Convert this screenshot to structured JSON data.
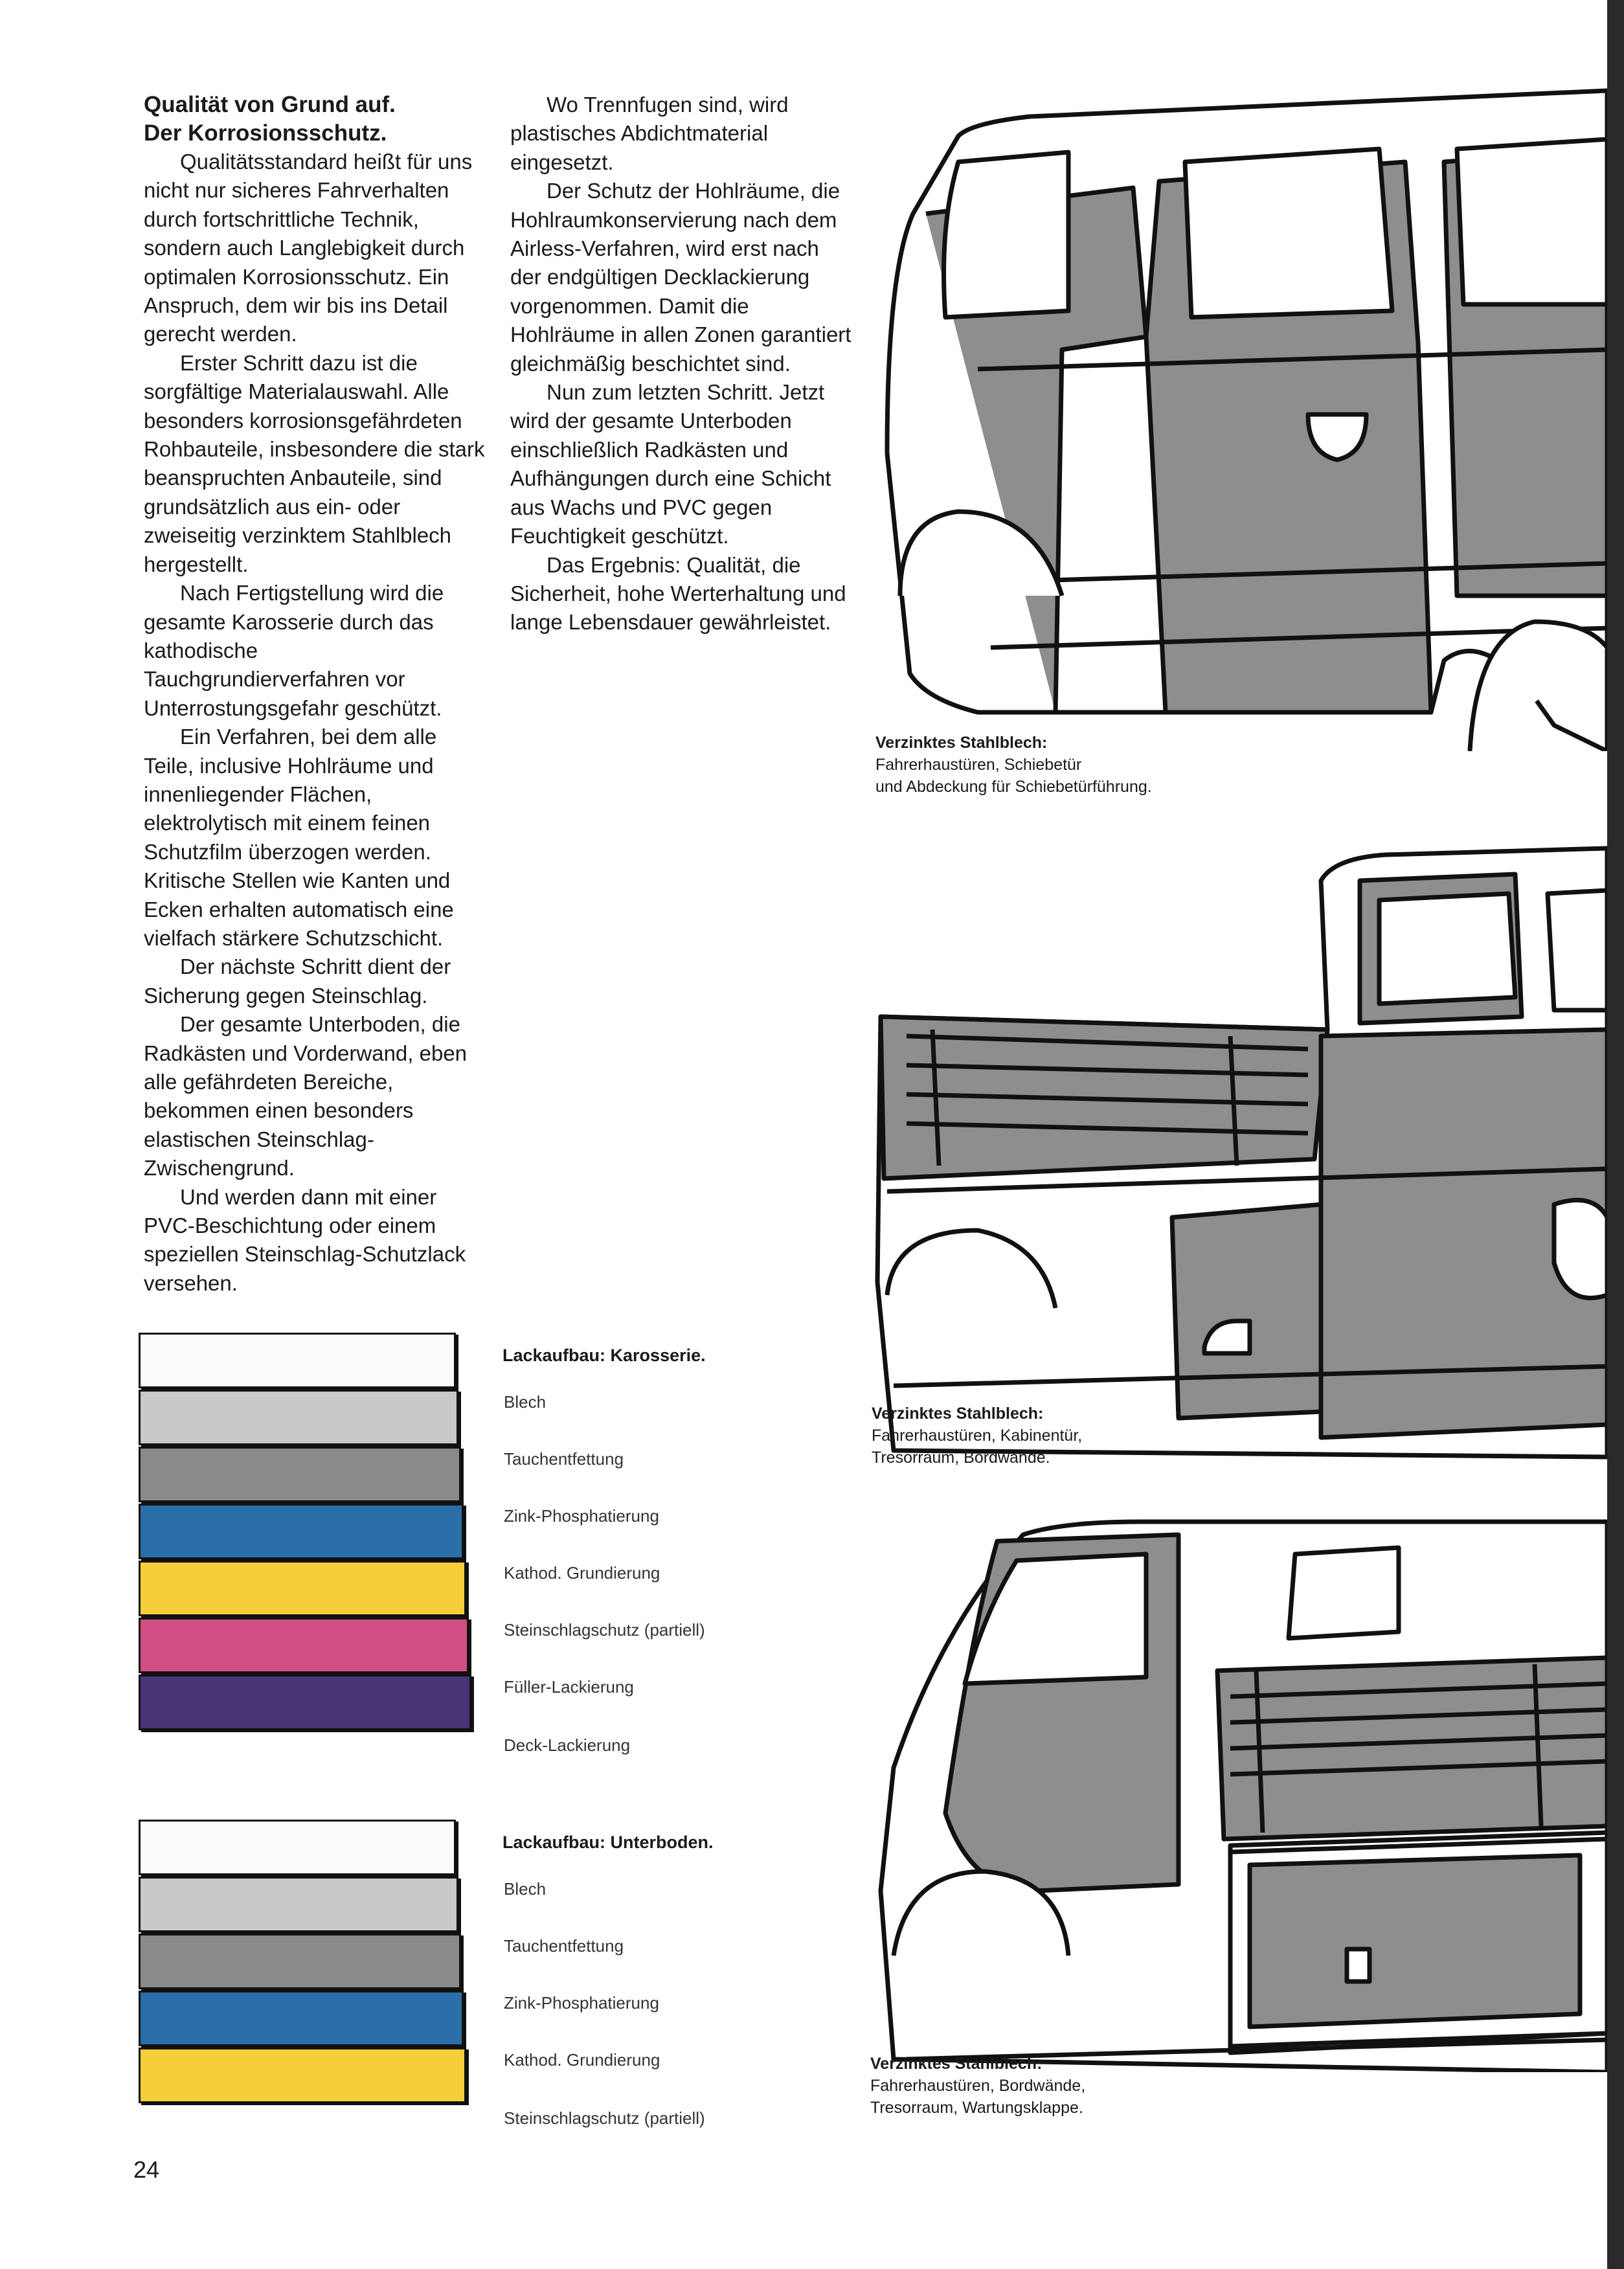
{
  "article": {
    "heading_line1": "Qualität von Grund auf.",
    "heading_line2": "Der Korrosionsschutz.",
    "col1_paragraphs": [
      "Qualitätsstandard heißt für uns nicht nur sicheres Fahrverhalten durch fortschrittliche Technik, sondern auch Langlebigkeit durch optimalen Korrosionsschutz. Ein Anspruch, dem wir bis ins Detail gerecht werden.",
      "Erster Schritt dazu ist die sorgfältige Materialauswahl. Alle besonders korrosionsgefährdeten Rohbauteile, insbesondere die stark beanspruchten Anbauteile, sind grundsätzlich aus ein- oder zweiseitig verzinktem Stahlblech hergestellt.",
      "Nach Fertigstellung wird die gesamte Karosserie durch das kathodische Tauchgrundierverfahren vor Unterrostungsgefahr geschützt.",
      "Ein Verfahren, bei dem alle Teile, inclusive Hohlräume und innenliegender Flächen, elektrolytisch mit einem feinen Schutzfilm überzogen werden. Kritische Stellen wie Kanten und Ecken erhalten automatisch eine vielfach stärkere Schutzschicht.",
      "Der nächste Schritt dient der Sicherung gegen Steinschlag.",
      "Der gesamte Unterboden, die Radkästen und Vorderwand, eben alle gefährdeten Bereiche, bekommen einen besonders elastischen Steinschlag-Zwischengrund.",
      "Und werden dann mit einer PVC-Beschichtung oder einem speziellen Steinschlag-Schutzlack versehen."
    ],
    "col2_paragraphs": [
      "Wo Trennfugen sind, wird plastisches Abdichtmaterial eingesetzt.",
      "Der Schutz der Hohlräume, die Hohlraumkonservierung nach dem Airless-Verfahren, wird erst nach der endgültigen Decklackierung vorgenommen. Damit die Hohlräume in allen Zonen garantiert gleichmäßig beschichtet sind.",
      "Nun zum letzten Schritt. Jetzt wird der gesamte Unterboden einschließlich Radkästen und Aufhängungen durch eine Schicht aus Wachs und PVC gegen Feuchtigkeit geschützt.",
      "Das Ergebnis: Qualität, die Sicherheit, hohe Werterhaltung und lange Lebensdauer gewährleistet."
    ]
  },
  "paint_body": {
    "title": "Lackaufbau: Karosserie.",
    "layers": [
      "Blech",
      "Tauchentfettung",
      "Zink-Phosphatierung",
      "Kathod. Grundierung",
      "Steinschlagschutz (partiell)",
      "Füller-Lackierung",
      "Deck-Lackierung"
    ],
    "colors": [
      "#fbfbfb",
      "#c9c9cb",
      "#8a8a8a",
      "#2b6fa8",
      "#f5cf3a",
      "#d24f86",
      "#4a3478"
    ]
  },
  "paint_underbody": {
    "title": "Lackaufbau: Unterboden.",
    "layers": [
      "Blech",
      "Tauchentfettung",
      "Zink-Phosphatierung",
      "Kathod. Grundierung",
      "Steinschlagschutz (partiell)"
    ],
    "colors": [
      "#fbfbfb",
      "#c9c9cb",
      "#8a8a8a",
      "#2b6fa8",
      "#f5cf3a"
    ]
  },
  "captions": [
    {
      "title": "Verzinktes Stahlblech:",
      "line1": "Fahrerhaustüren, Schiebetür",
      "line2": "und Abdeckung für Schiebetürführung."
    },
    {
      "title": "Verzinktes Stahlblech:",
      "line1": "Fahrerhaustüren, Kabinentür,",
      "line2": "Tresorraum, Bordwände."
    },
    {
      "title": "Verzinktes Stahlblech:",
      "line1": "Fahrerhaustüren, Bordwände,",
      "line2": "Tresorraum, Wartungsklappe."
    }
  ],
  "page_number": "24"
}
